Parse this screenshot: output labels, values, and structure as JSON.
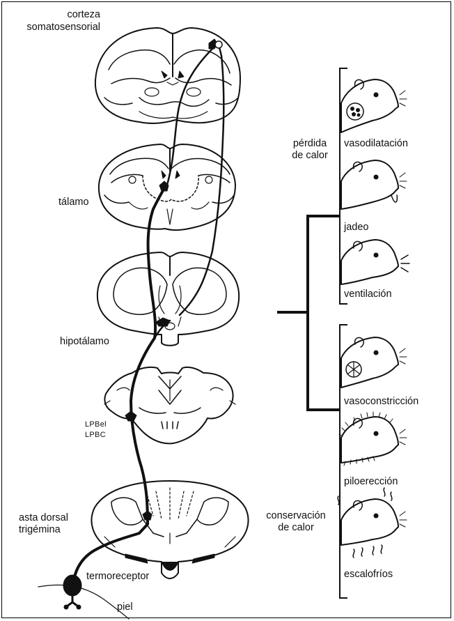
{
  "brain_labels": {
    "cortex_line1": "corteza",
    "cortex_line2": "somatosensorial",
    "thalamus": "tálamo",
    "hypothalamus": "hipotálamo",
    "lpbel": "LPBel",
    "lpbc": "LPBC",
    "dorsal_horn_line1": "asta dorsal",
    "dorsal_horn_line2": "trigémina",
    "thermoreceptor": "termoreceptor",
    "skin": "piel"
  },
  "responses": {
    "heat_loss": {
      "label_line1": "pérdida",
      "label_line2": "de calor",
      "items": [
        "vasodilatación",
        "jadeo",
        "ventilación"
      ]
    },
    "heat_conservation": {
      "label_line1": "conservación",
      "label_line2": "de calor",
      "items": [
        "vasoconstricción",
        "piloerección",
        "escalofríos"
      ]
    }
  },
  "colors": {
    "ink": "#111111",
    "background": "#ffffff"
  }
}
